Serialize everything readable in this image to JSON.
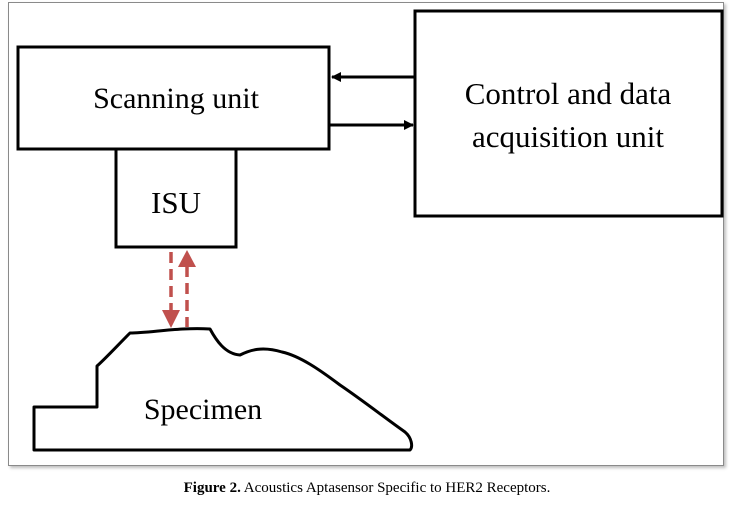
{
  "diagram": {
    "scanning_unit": "Scanning unit",
    "control_unit_line1": "Control and data",
    "control_unit_line2": "acquisition unit",
    "isu": "ISU",
    "specimen": "Specimen"
  },
  "caption": {
    "label": "Figure 2.",
    "text": " Acoustics Aptasensor Specific to HER2 Receptors."
  },
  "colors": {
    "signal_arrow": "#c0504d",
    "box_stroke": "#000000"
  }
}
